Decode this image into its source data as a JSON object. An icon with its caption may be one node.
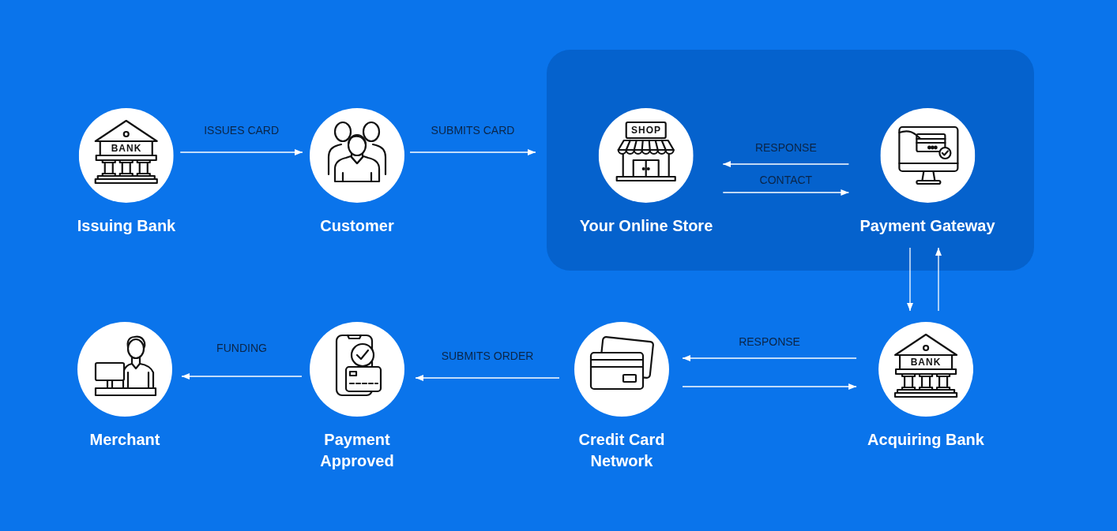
{
  "diagram": {
    "nodes": [
      {
        "text": [
          "BANK",
          "Issuing Bank"
        ]
      },
      {
        "text": [
          "Customer"
        ]
      },
      {
        "text": [],
        "shape": "box"
      },
      {
        "text": [
          "SHOP",
          "Your Online Store"
        ],
        "in": 2
      },
      {
        "text": [
          "Payment Gateway"
        ],
        "in": 2
      },
      {
        "text": [
          "Merchant"
        ]
      },
      {
        "text": [
          "Payment Approved"
        ]
      },
      {
        "text": [
          "Credit Card Network"
        ]
      },
      {
        "text": [
          "BANK",
          "Acquiring Bank"
        ]
      }
    ],
    "edges": [
      {
        "from": 0,
        "to": 1,
        "arrow": "to",
        "label": "ISSUES CARD"
      },
      {
        "from": 1,
        "to": 2,
        "arrow": "to",
        "label": "SUBMITS CARD"
      },
      {
        "from": 4,
        "to": 3,
        "arrow": "to",
        "label": "RESPONSE"
      },
      {
        "from": 3,
        "to": 4,
        "arrow": "to",
        "label": "CONTACT"
      },
      {
        "from": 4,
        "to": 8,
        "arrow": "to"
      },
      {
        "from": 8,
        "to": 4,
        "arrow": "to"
      },
      {
        "from": 8,
        "to": 7,
        "arrow": "to",
        "label": "RESPONSE"
      },
      {
        "from": 7,
        "to": 8,
        "arrow": "to"
      },
      {
        "from": 7,
        "to": 6,
        "arrow": "to",
        "label": "SUBMITS ORDER"
      },
      {
        "from": 6,
        "to": 5,
        "arrow": "to",
        "label": "FUNDING"
      }
    ]
  }
}
